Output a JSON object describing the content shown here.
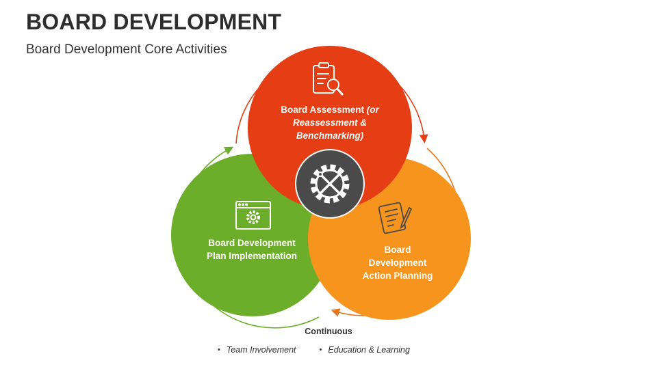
{
  "header": {
    "title": "BOARD DEVELOPMENT",
    "subtitle": "Board Development Core Activities"
  },
  "circles": [
    {
      "name": "assessment",
      "color": "#E53D14",
      "icon": "clipboard-search-icon",
      "label_bold": "Board Assessment",
      "label_italic": "(or Reassessment & Benchmarking)"
    },
    {
      "name": "implementation",
      "color": "#6CAE2A",
      "icon": "browser-gear-icon",
      "label": "Board Development Plan Implementation"
    },
    {
      "name": "action-planning",
      "color": "#F7941D",
      "icon": "clipboard-pencil-icon",
      "label": "Board Development Action Planning"
    }
  ],
  "center": {
    "color": "#4A4A4A",
    "icon": "gear-tools-icon"
  },
  "arrows": {
    "red": "#E53D14",
    "green": "#6CAE2A",
    "orange": "#E8751A"
  },
  "footer": {
    "title": "Continuous",
    "bullets": [
      "Team Involvement",
      "Education & Learning"
    ]
  }
}
